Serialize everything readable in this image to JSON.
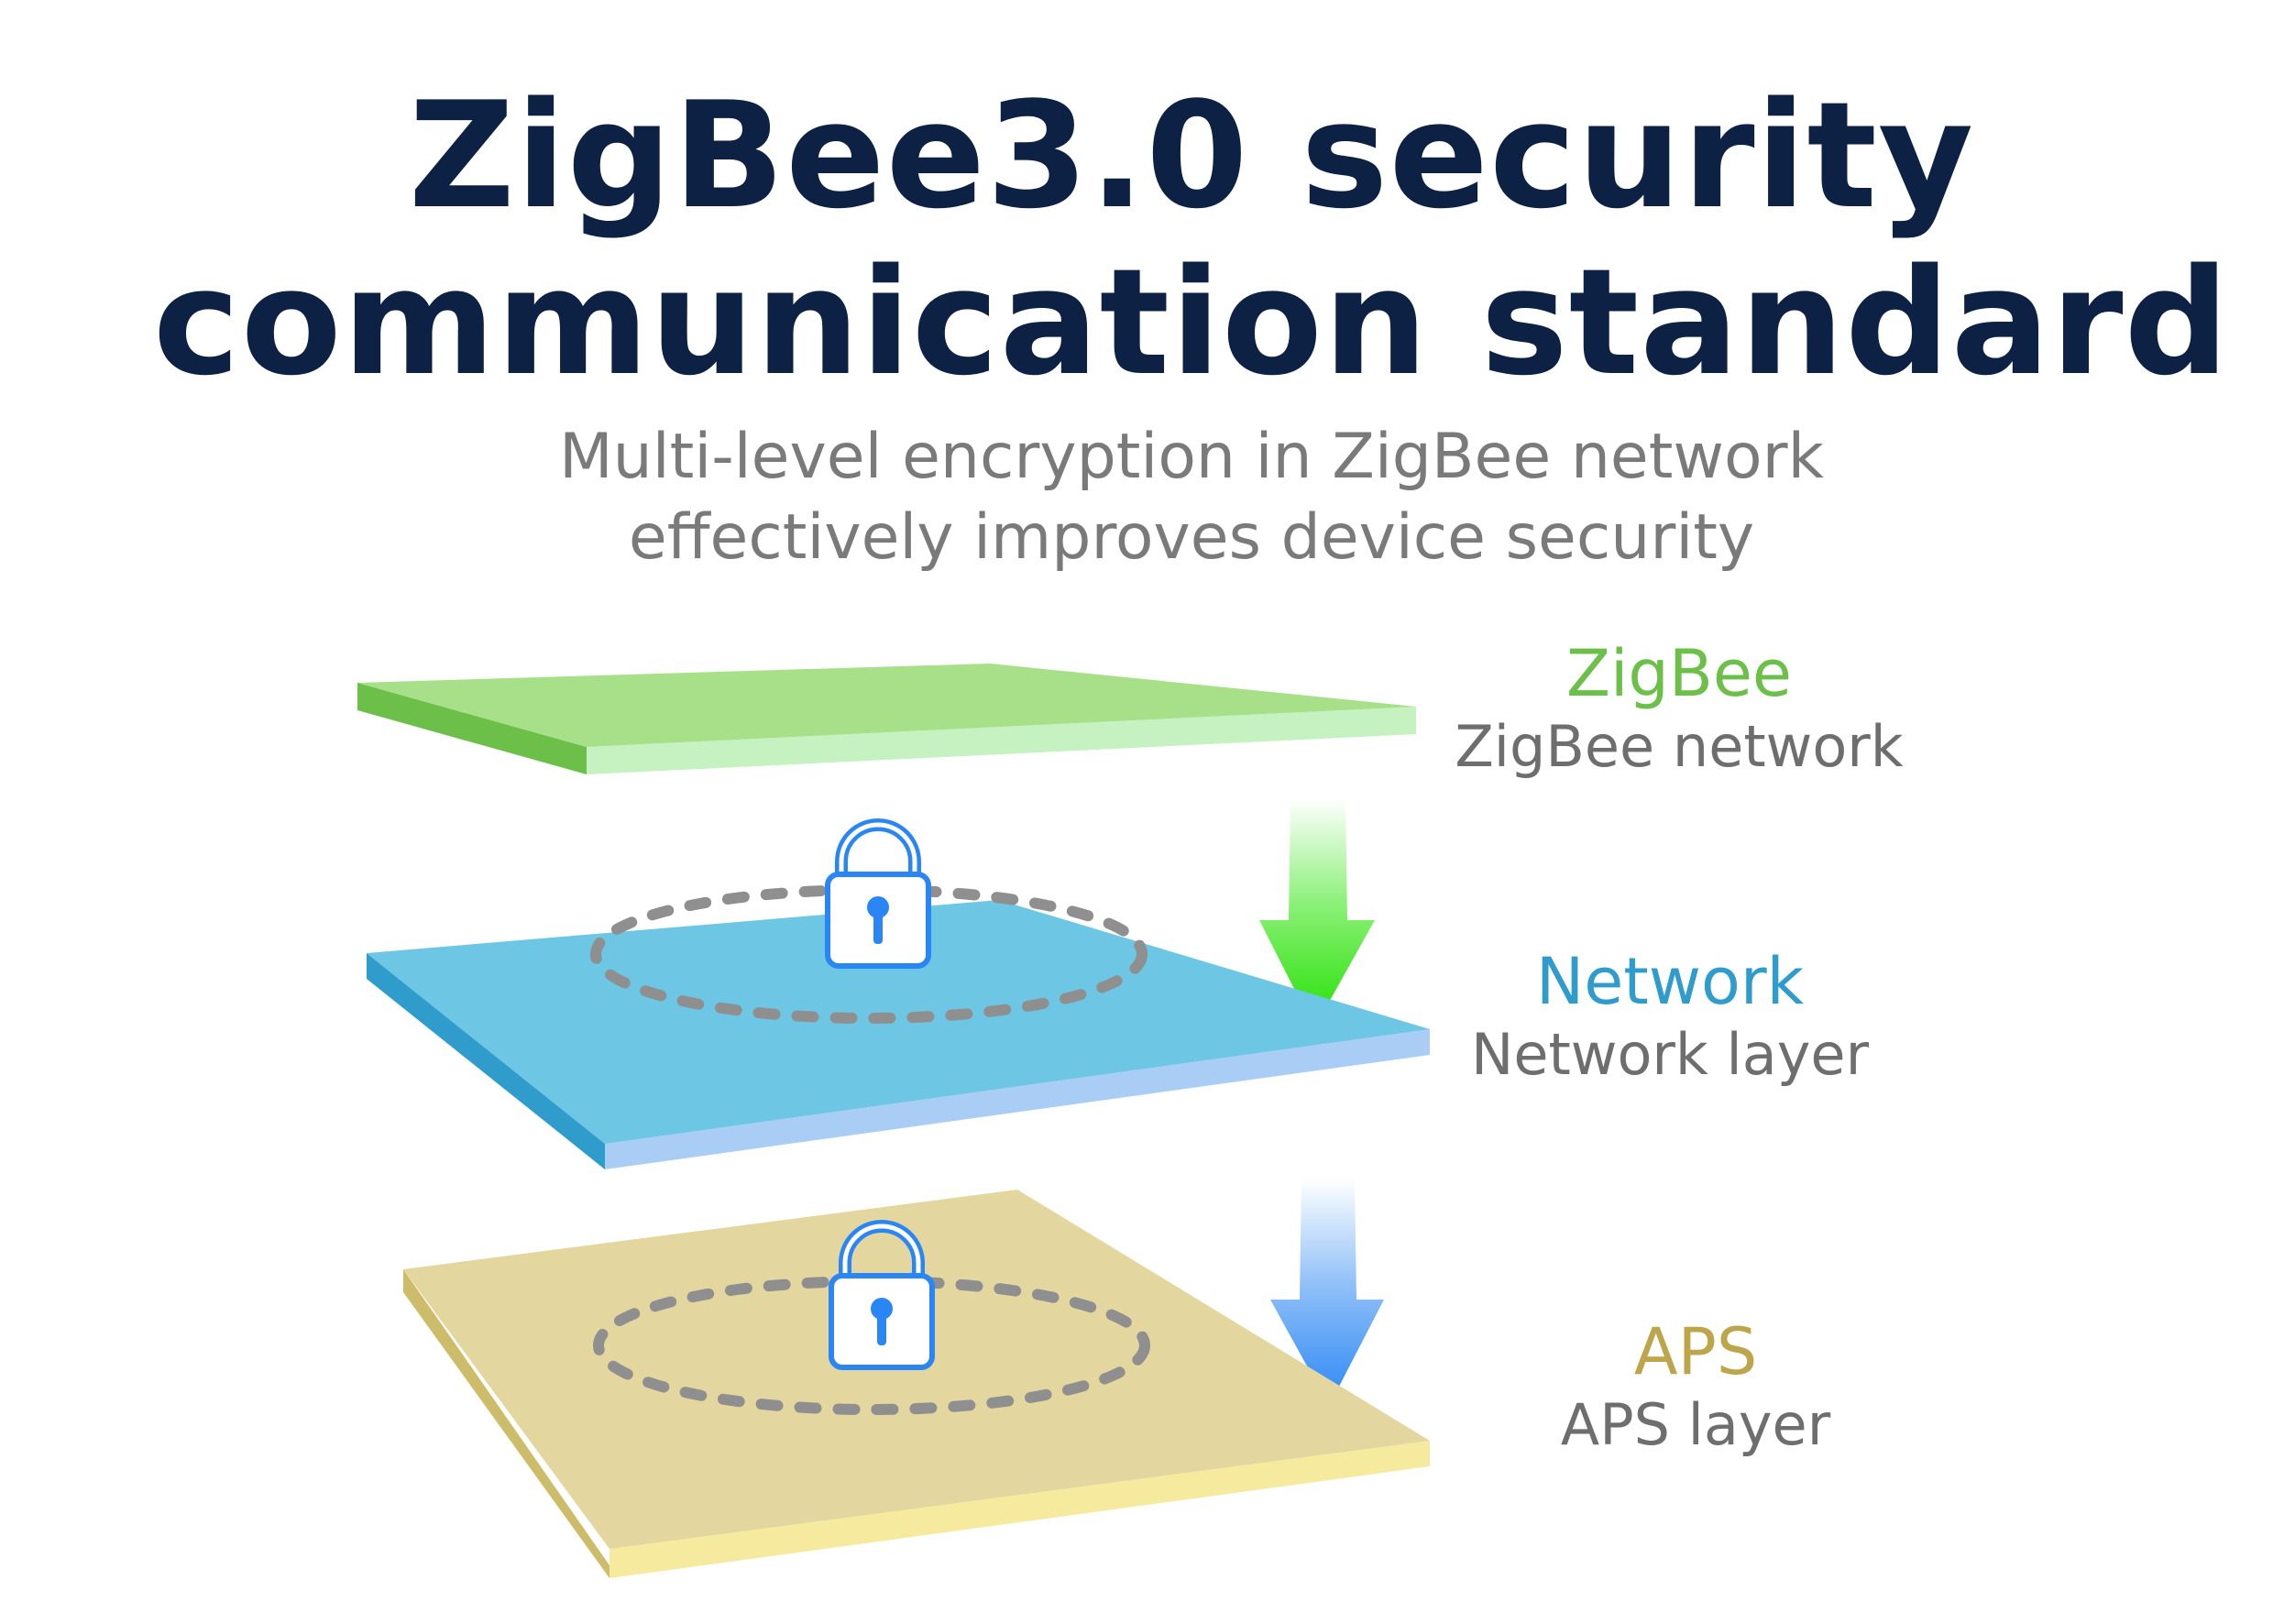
{
  "title": {
    "line1": "ZigBee3.0 security",
    "line2": "communication standard"
  },
  "subtitle": {
    "line1": "Multi-level encryption in ZigBee network",
    "line2": "effectively improves device security"
  },
  "layers": [
    {
      "name": "ZigBee",
      "description": "ZigBee network",
      "name_color": "#6cc04a",
      "top_color": "#a8e08a",
      "front_color": "#c5f2c0",
      "side_color": "#6cc04a"
    },
    {
      "name": "Network",
      "description": "Network layer",
      "name_color": "#2f9ccc",
      "top_color": "#6cc6e4",
      "front_color": "#a9cdf5",
      "side_color": "#2f9ccc"
    },
    {
      "name": "APS",
      "description": "APS layer",
      "name_color": "#bca54a",
      "top_color": "#e3d79f",
      "front_color": "#f5ea9e",
      "side_color": "#cdbd6a"
    }
  ],
  "icons": {
    "lock": "lock-icon",
    "arrow": "arrow-down-icon"
  },
  "colors": {
    "title": "#0d2145",
    "subtitle": "#7a7a7a",
    "green_arrow": "#22e000",
    "blue_arrow": "#2a86f5",
    "lock": "#2a86f5"
  }
}
